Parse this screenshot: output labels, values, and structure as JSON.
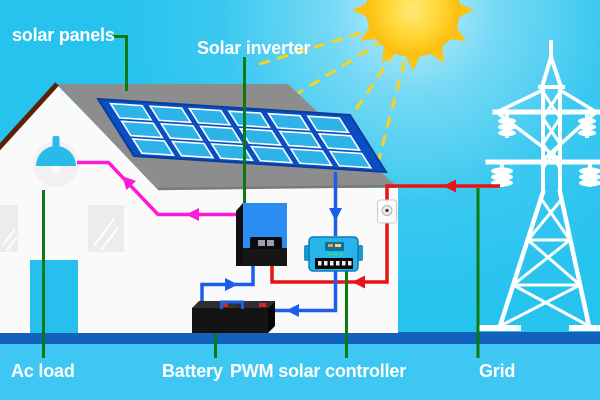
{
  "diagram_type": "solar-power-system",
  "labels": {
    "solar_panels": "solar panels",
    "solar_inverter": "Solar inverter",
    "ac_load": "Ac load",
    "battery": "Battery",
    "pwm_controller": "PWM solar controller",
    "grid": "Grid"
  },
  "scene": {
    "solar_array": {
      "rows": 3,
      "columns": 6
    },
    "battery_count": 2,
    "sun_dashed_rays": 4,
    "devices": [
      "sun",
      "house",
      "ceiling-lamp",
      "door",
      "windows",
      "solar-panel-array",
      "solar-inverter",
      "pwm-solar-controller",
      "battery-bank",
      "wall-outlet",
      "grid-tower"
    ]
  },
  "connections": [
    {
      "from": "solar panels",
      "to": "PWM solar controller",
      "wire": "blue",
      "arrow": "down"
    },
    {
      "from": "PWM solar controller",
      "to": "Battery",
      "wire": "blue",
      "arrow": "left"
    },
    {
      "from": "Battery",
      "to": "Solar inverter",
      "wire": "blue",
      "arrow": "right"
    },
    {
      "from": "Solar inverter",
      "to": "Ac load",
      "wire": "magenta",
      "arrow": "left"
    },
    {
      "from": "Grid",
      "to": "Solar inverter",
      "wire": "red",
      "arrow": "left"
    }
  ],
  "colors": {
    "sky": "#27c3ef",
    "ground": "#3fc7f3",
    "ground_stripe": "#1360bd",
    "house_wall": "#fafafa",
    "roof": "#8d8d8d",
    "roof_fascia": "#5a2104",
    "panel_frame": "#0a4ec4",
    "panel_cell": "#2eb3e8",
    "sun_edge": "#f9bd10",
    "sun_ray_dash": "#fdd11c",
    "tower": "#ffffff",
    "wire_magenta": "#fb1bd7",
    "wire_blue": "#1b5fe8",
    "wire_red": "#e81414",
    "label_line_green": "#0c7a10",
    "label_text": "#ffffff",
    "inverter_body": "#2b8cf2",
    "controller_body": "#27b4e9",
    "battery_body": "#141414",
    "lamp": "#29b9ea",
    "door": "#27c0ee"
  }
}
